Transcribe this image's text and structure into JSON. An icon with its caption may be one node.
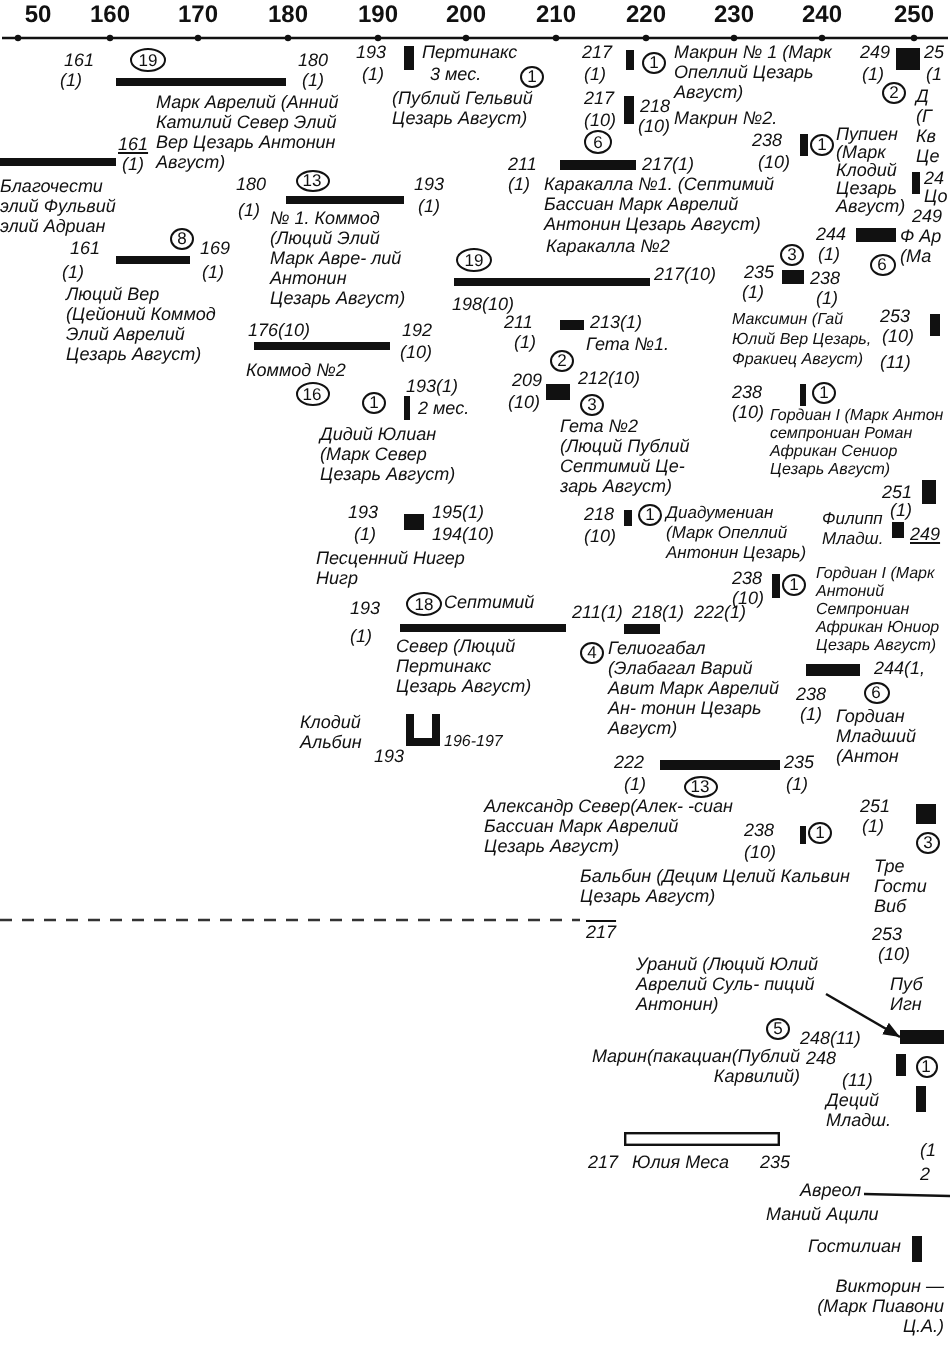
{
  "diagram": {
    "nodes": [
      {
        "text": [
          "19"
        ]
      },
      {
        "text": [
          "8"
        ]
      },
      {
        "text": [
          "13"
        ]
      },
      {
        "text": [
          "16"
        ]
      },
      {
        "text": [
          "1"
        ]
      },
      {
        "text": [
          "1"
        ]
      },
      {
        "text": [
          "1"
        ]
      },
      {
        "text": [
          "2"
        ]
      },
      {
        "text": [
          "1"
        ]
      },
      {
        "text": [
          "6"
        ]
      },
      {
        "text": [
          "19"
        ]
      },
      {
        "text": [
          "3"
        ]
      },
      {
        "text": [
          "6"
        ]
      },
      {
        "text": [
          "2"
        ]
      },
      {
        "text": [
          "3"
        ]
      },
      {
        "text": [
          "1"
        ]
      },
      {
        "text": [
          "18"
        ]
      },
      {
        "text": [
          "1"
        ]
      },
      {
        "text": [
          "1"
        ]
      },
      {
        "text": [
          "4"
        ]
      },
      {
        "text": [
          "6"
        ]
      },
      {
        "text": [
          "13"
        ]
      },
      {
        "text": [
          "1"
        ]
      },
      {
        "text": [
          "3"
        ]
      },
      {
        "text": [
          "Ураний (Люций Юлий Аврелий Суль- пиций Антонин)"
        ]
      },
      {
        "text": [
          "5"
        ]
      },
      {
        "text": [],
        "shape": "bar"
      },
      {
        "text": [
          "1"
        ]
      },
      {
        "text": [
          "Авреол"
        ]
      }
    ],
    "edges": [
      {
        "from": 24,
        "to": 26,
        "arrow": "to"
      },
      {
        "from": 28,
        "to": null,
        "arrow": "none"
      }
    ],
    "labels": [
      "50",
      "160",
      "170",
      "180",
      "190",
      "200",
      "210",
      "220",
      "230",
      "240",
      "250",
      "161",
      "(1)",
      "180",
      "(1)",
      "Марк Аврелий (Анний Катилий Север Элий Вер Цезарь Антонин Август)",
      "161",
      "(1)",
      "Благочести элий Фульвий элий Адриан",
      "161",
      "169",
      "(1)",
      "(1)",
      "Люций Вер (Цейоний Коммод Элий Аврелий Цезарь Август)",
      "180",
      "193",
      "(1)",
      "(1)",
      "№ 1. Коммод (Люций Элий Марк Авре- лий Антонин Цезарь Август)",
      "176(10)",
      "192",
      "(10)",
      "Коммод №2",
      "193(1)",
      "2 мес.",
      "Дидий Юлиан (Марк Север Цезарь Август)",
      "193",
      "(1)",
      "Пертинакс",
      "3 мес.",
      "(Публий Гельвий Цезарь Август)",
      "217",
      "(1)",
      "Макрин № 1 (Марк Опеллий Цезарь Август)",
      "217",
      "(10)",
      "218",
      "(10)",
      "Макрин №2.",
      "249",
      "(1)",
      "25",
      "(1",
      "Д (Г Кв Це",
      "238",
      "(10)",
      "Пупиен (Марк Клодий Цезарь Август)",
      "24",
      "Цо",
      "249",
      "244",
      "(1)",
      "Ф Ар (Ма",
      "211",
      "217(1)",
      "(1)",
      "Каракалла №1. (Септимий Бассиан Марк Аврелий Антонин Цезарь Август)",
      "Каракалла №2",
      "217(10)",
      "198(10)",
      "235",
      "238",
      "(1)",
      "(1)",
      "Максимин (Гай Юлий Вер Цезарь, Фракиец Август)",
      "253",
      "(10)",
      "(11)",
      "211",
      "213(1)",
      "(1)",
      "Гета №1.",
      "209",
      "212(10)",
      "(10)",
      "Гета №2 (Люций Публий Септимий Це- зарь Август)",
      "238",
      "(10)",
      "Гордиан I (Марк Антон семпрониан Роман Африкан Сениор Цезарь Август)",
      "193",
      "(1)",
      "195(1)",
      "194(10)",
      "Песценний Нигер Нигр",
      "193",
      "Септимий",
      "211(1)",
      "(1)",
      "Север (Люций Пертинакс Цезарь Август)",
      "Клодий Альбин",
      "193",
      "196-197",
      "218",
      "(10)",
      "Диадумениан (Марк Опеллий Антонин Цезарь)",
      "Филипп Младш.",
      "251",
      "(1)",
      "249",
      "238",
      "(10)",
      "Гордиан I (Марк Антоний Семпрониан Африкан Юниор Цезарь Август)",
      "218(1)",
      "222(1)",
      "Гелиогабал (Элабагал Варий Авит Марк Аврелий Ан- тонин Цезарь Август)",
      "244(1,",
      "238",
      "(1)",
      "Гордиан Младший (Антон",
      "222",
      "(1)",
      "235",
      "(1)",
      "Александр Север(Алек- -сиан Бассиан Марк Аврелий Цезарь Август)",
      "238",
      "(10)",
      "Бальбин (Децим Целий Кальвин Цезарь Август)",
      "251",
      "(1)",
      "Тре Гости Виб",
      "217",
      "253",
      "(10)",
      "Пуб Игн",
      "248(11)",
      "Марин(пакациан(Публий Карвилий)",
      "248",
      "(11)",
      "Деций Младш.",
      "(1",
      "2",
      "217",
      "Юлия Меса",
      "235",
      "Маний Ацили",
      "Гостилиан",
      "Викторин — (Марк Пиавони Ц.А.)"
    ]
  }
}
